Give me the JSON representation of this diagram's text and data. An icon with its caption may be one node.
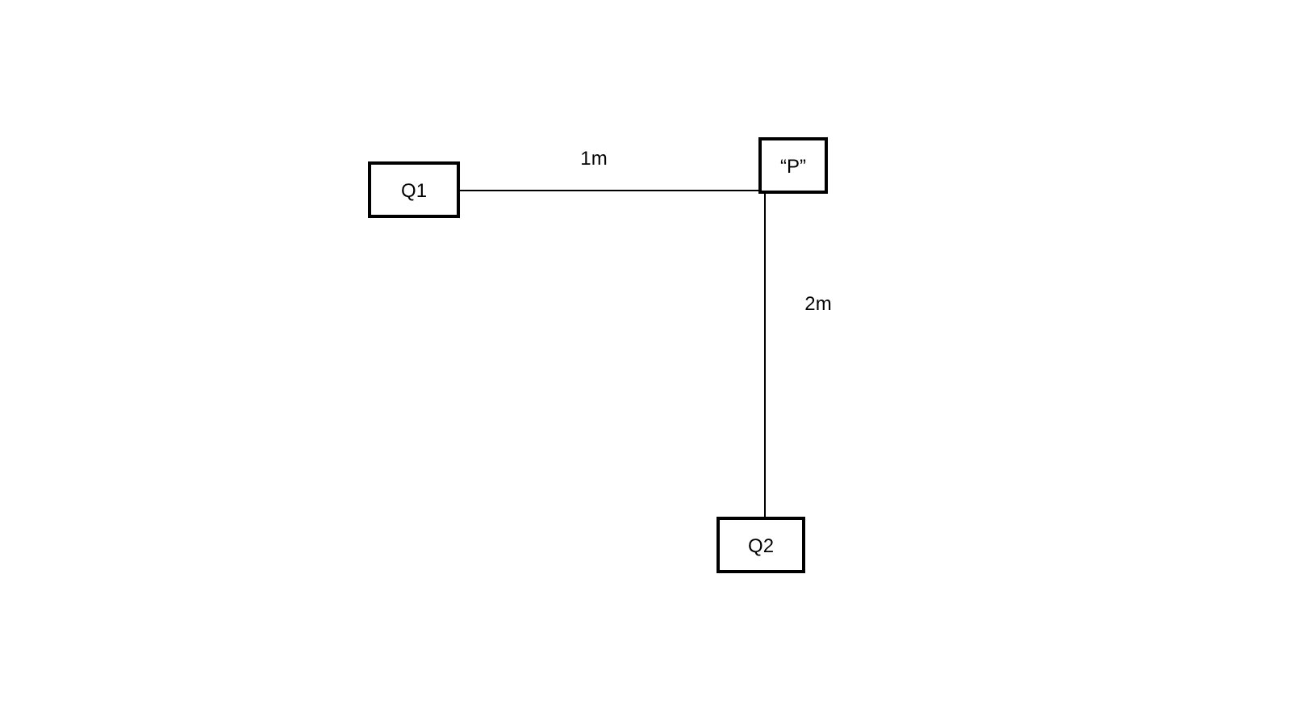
{
  "diagram": {
    "nodes": [
      {
        "text": [
          "Q1"
        ]
      },
      {
        "text": [
          "“P”"
        ]
      },
      {
        "text": [
          "Q2"
        ]
      }
    ],
    "edges": [
      {
        "from": 0,
        "to": 1,
        "arrow": "none",
        "label": "1m"
      },
      {
        "from": 1,
        "to": 2,
        "arrow": "none",
        "label": "2m"
      }
    ]
  }
}
